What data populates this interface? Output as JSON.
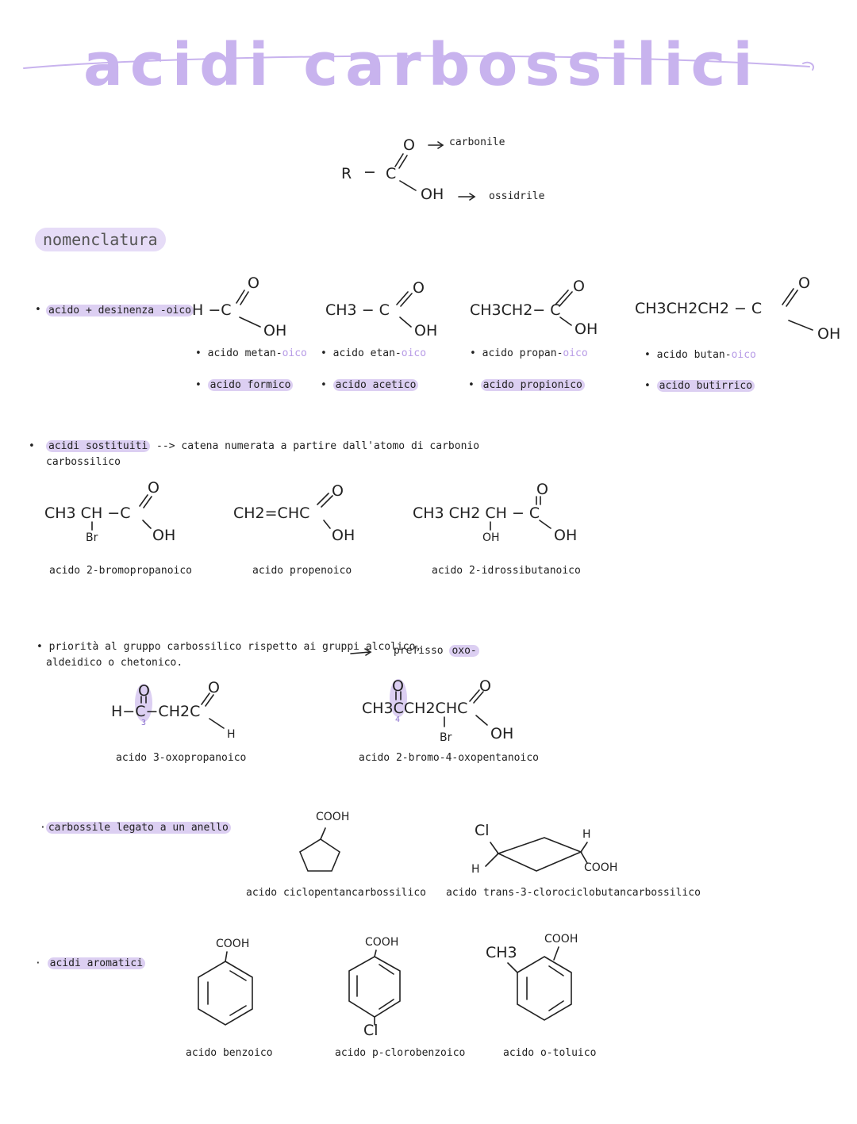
{
  "title": "acidi carbossilici",
  "colors": {
    "accent": "#c8b3ee",
    "highlight": "#dccff2",
    "ink": "#222222",
    "suffix": "#b79be6"
  },
  "general": {
    "r": "R",
    "c": "C",
    "o": "O",
    "oh": "OH",
    "carbonile": "carbonile",
    "ossidrile": "ossidrile"
  },
  "nomenclatura": {
    "label": "nomenclatura",
    "rule1": "acido + desinenza -oico",
    "acids": [
      {
        "formula_head": "H",
        "iupac_prefix": "acido metan-",
        "iupac_suffix": "oico",
        "common": "acido formico"
      },
      {
        "formula_head": "CH3",
        "iupac_prefix": "acido etan-",
        "iupac_suffix": "oico",
        "common": "acido acetico"
      },
      {
        "formula_head": "CH3CH2",
        "iupac_prefix": "acido propan-",
        "iupac_suffix": "oico",
        "common": "acido propionico"
      },
      {
        "formula_head": "CH3CH2CH2",
        "iupac_prefix": "acido butan-",
        "iupac_suffix": "oico",
        "common": "acido butirrico"
      }
    ]
  },
  "sostituiti": {
    "title_hl": "acidi sostituiti",
    "title_rest": " --> catena numerata a partire dall'atomo di carbonio",
    "title_line2": "carbossilico",
    "examples": [
      {
        "formula": "CH3 CH",
        "sub": "Br",
        "name": "acido 2-bromopropanoico"
      },
      {
        "formula": "CH2=CHC",
        "name": "acido propenoico"
      },
      {
        "formula": "CH3 CH2 CH",
        "sub": "OH",
        "name": "acido 2-idrossibutanoico"
      }
    ]
  },
  "priorita": {
    "line1": "priorità al gruppo carbossilico rispetto ai gruppi alcolico,",
    "line2": "aldeidico o chetonico.",
    "prefix_label": "prefisso ",
    "prefix_hl": "oxo-",
    "ex1": {
      "h": "H",
      "c": "C",
      "ch2c": "CH2C",
      "num": "3",
      "name": "acido 3-oxopropanoico"
    },
    "ex2": {
      "ch3c": "CH3CCH2CHC",
      "num": "4",
      "br": "Br",
      "name": "acido 2-bromo-4-oxopentanoico"
    }
  },
  "anello": {
    "label": "carbossile legato a un anello",
    "ex1": {
      "group": "COOH",
      "name": "acido ciclopentancarbossilico"
    },
    "ex2": {
      "cl": "Cl",
      "h1": "H",
      "h2": "H",
      "group": "COOH",
      "name": "acido trans-3-clorociclobutancarbossilico"
    }
  },
  "aromatici": {
    "label": "acidi aromatici",
    "examples": [
      {
        "group": "COOH",
        "name": "acido benzoico"
      },
      {
        "group": "COOH",
        "sub": "Cl",
        "name": "acido p-clorobenzoico"
      },
      {
        "group": "COOH",
        "sub": "CH3",
        "name": "acido o-toluico"
      }
    ]
  }
}
